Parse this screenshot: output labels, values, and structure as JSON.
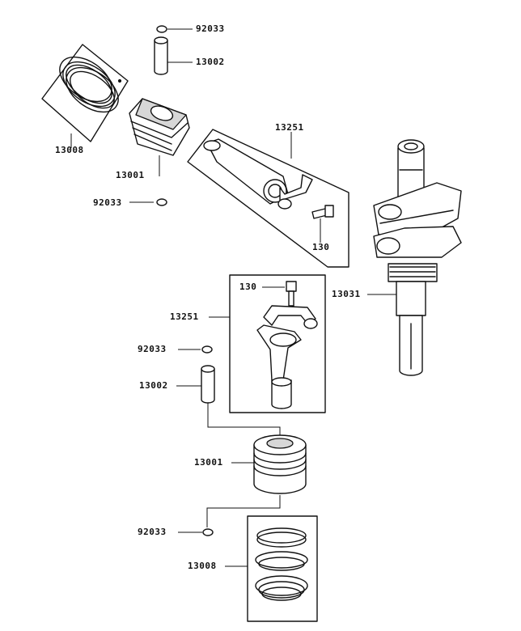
{
  "callouts": {
    "top_92033_circlip": "92033",
    "top_13002_pin": "13002",
    "top_13008_rings": "13008",
    "top_13001_piston": "13001",
    "top_92033_lower_circlip": "92033",
    "top_13251_conrod": "13251",
    "top_130_bolt": "130",
    "crank_13031": "13031",
    "bottom_130_bolt": "130",
    "bottom_13251_conrod": "13251",
    "bottom_92033_circlip": "92033",
    "bottom_13002_pin": "13002",
    "bottom_13001_piston": "13001",
    "bottom_92033_lower_circlip": "92033",
    "bottom_13008_rings": "13008"
  }
}
